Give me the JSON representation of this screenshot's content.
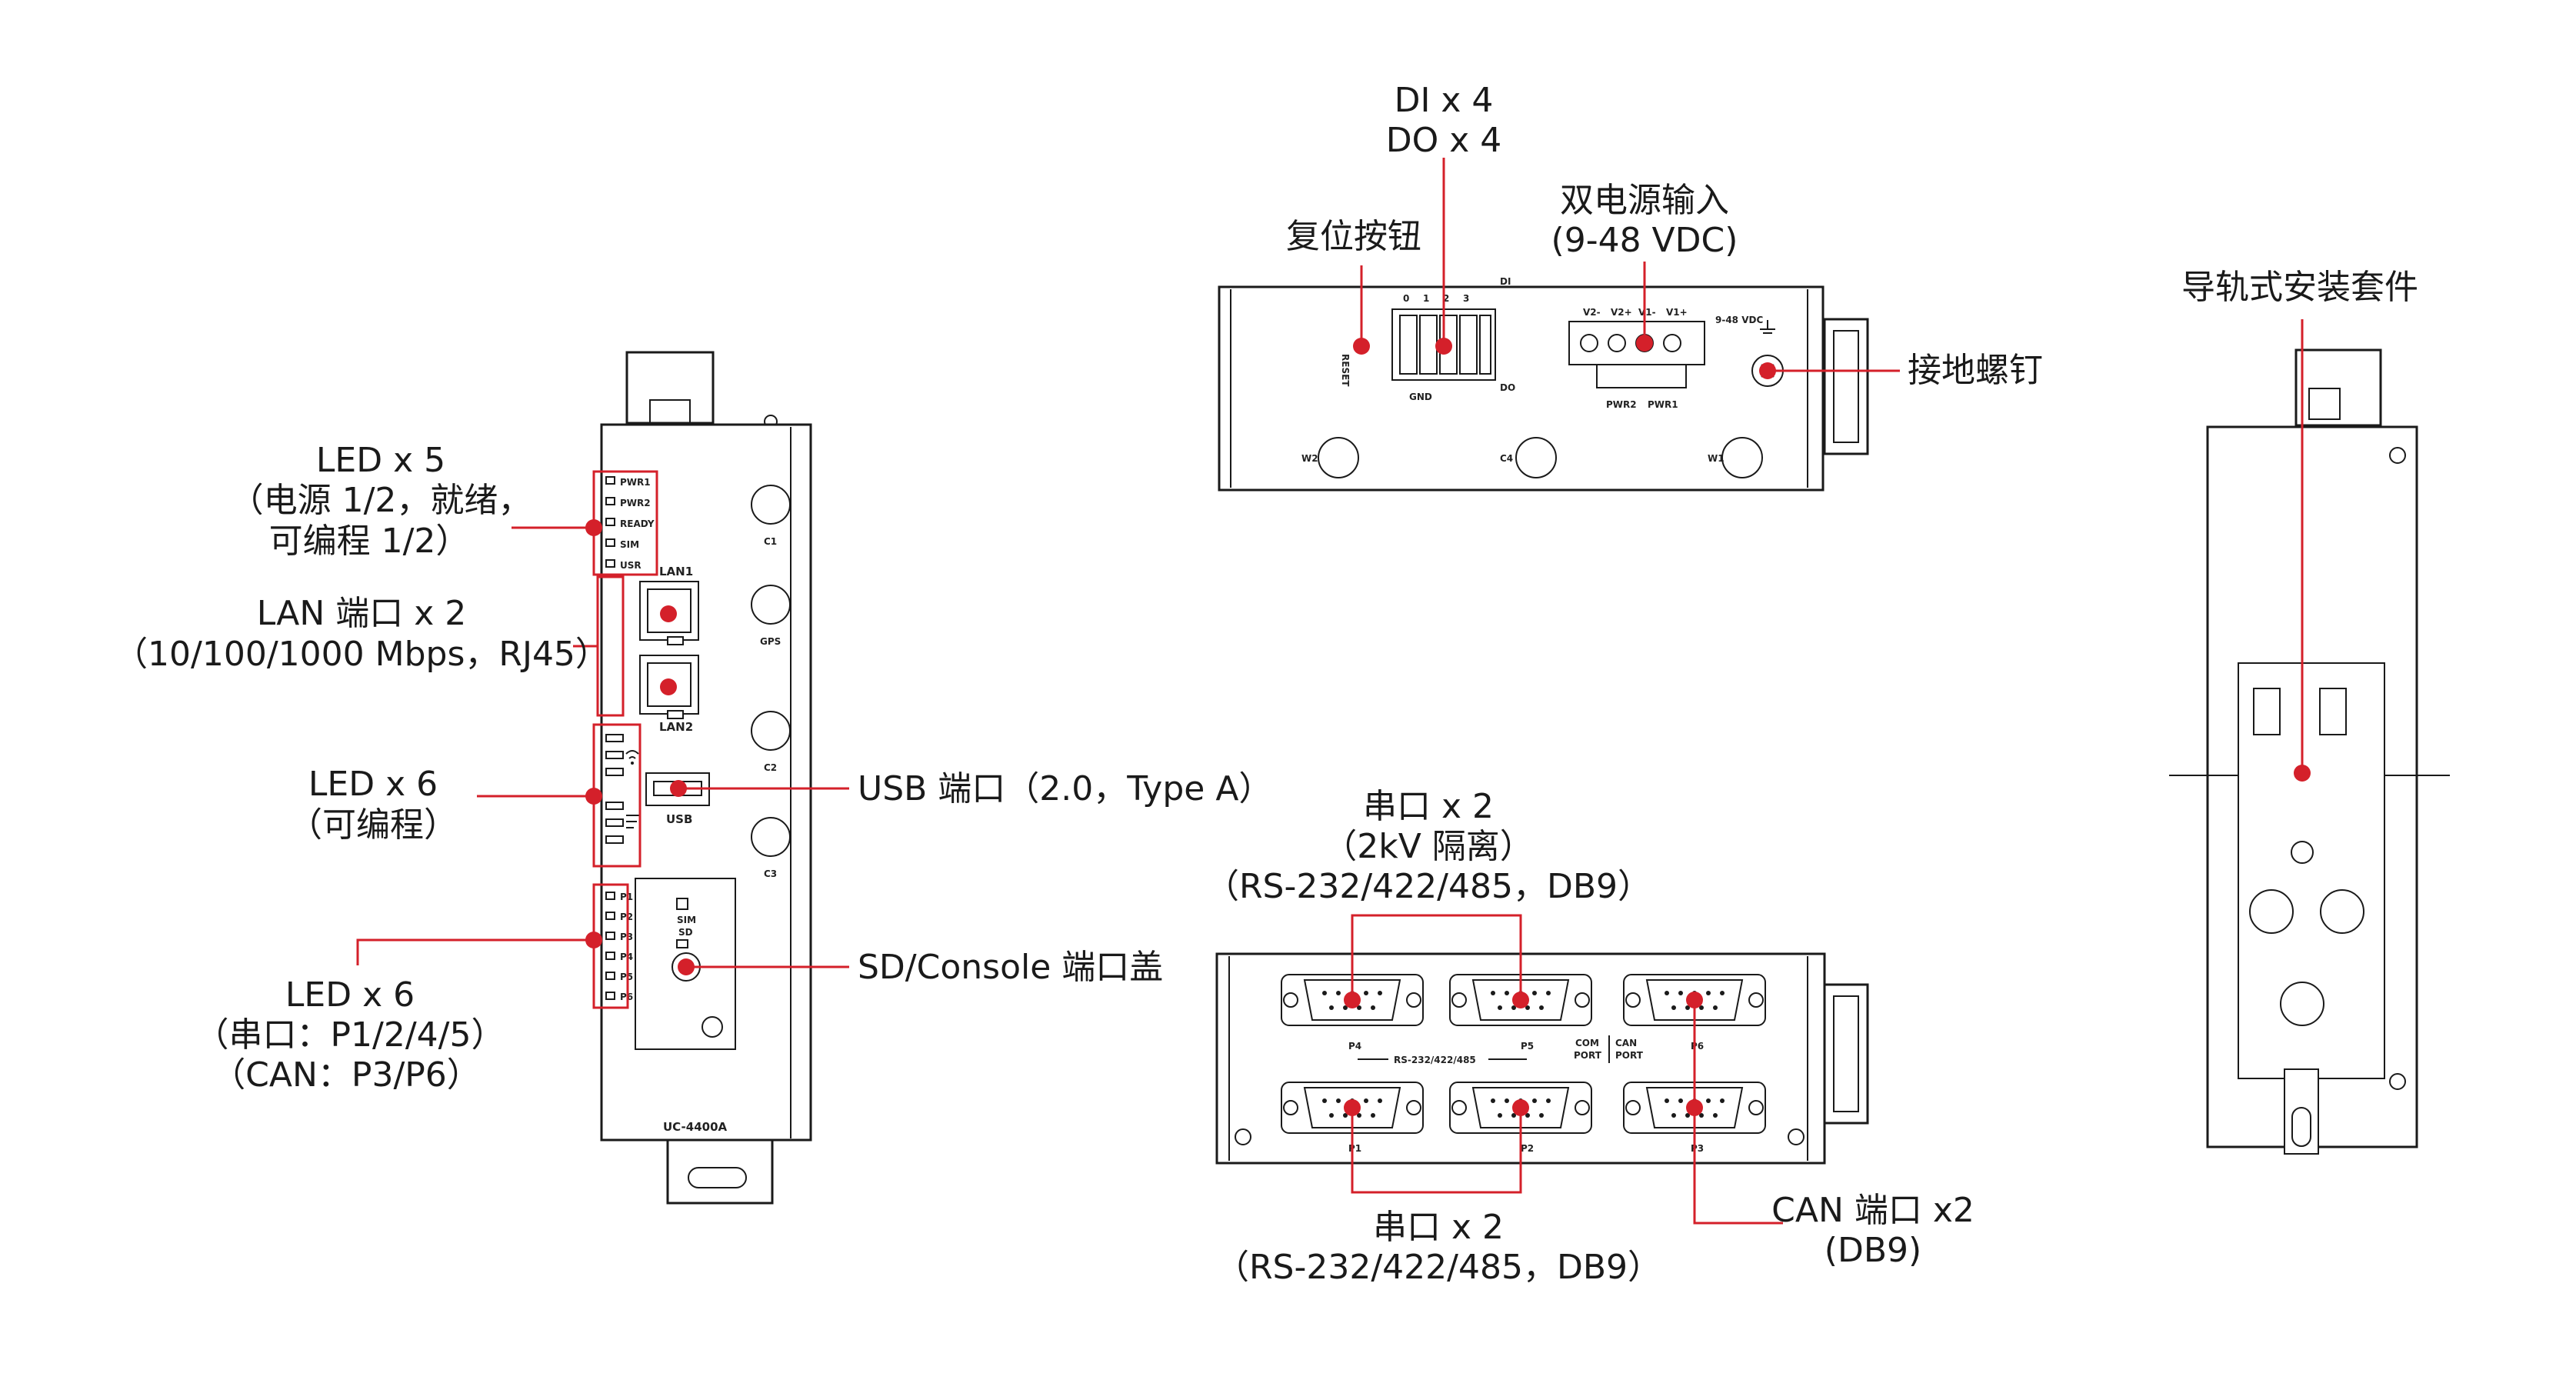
{
  "colors": {
    "accent": "#d4202a",
    "line": "#1a1a1a",
    "background": "#ffffff"
  },
  "front": {
    "model": "UC-4400A",
    "leds_top": [
      "PWR1",
      "PWR2",
      "READY",
      "SIM",
      "USR"
    ],
    "leds_serial": [
      "P1",
      "P2",
      "P3",
      "P4",
      "P5",
      "P6"
    ],
    "lan1": "LAN1",
    "lan2": "LAN2",
    "usb": "USB",
    "antennas": [
      "C1",
      "GPS",
      "C2",
      "C3"
    ],
    "sim": "SIM",
    "sd": "SD"
  },
  "top": {
    "reset": "RESET",
    "di_header": "DI",
    "do_header": "DO",
    "di_pins": [
      "0",
      "1",
      "2",
      "3"
    ],
    "gnd": "GND",
    "pwr_pins": [
      "V2-",
      "V2+",
      "V1-",
      "V1+"
    ],
    "pwr_labels": [
      "PWR2",
      "PWR1"
    ],
    "vdc": "9-48 VDC",
    "antennas": [
      "W2",
      "C4",
      "W1"
    ]
  },
  "rear": {
    "ports_top": [
      "P4",
      "P5",
      "P6"
    ],
    "ports_bottom": [
      "P1",
      "P2",
      "P3"
    ],
    "rs_label": "RS-232/422/485",
    "com_port": [
      "COM",
      "PORT"
    ],
    "can_port": [
      "CAN",
      "PORT"
    ]
  },
  "callouts": {
    "led5": [
      "LED x 5",
      "（电源 1/2，就绪，",
      "可编程 1/2）"
    ],
    "lan": [
      "LAN 端口 x 2",
      "（10/100/1000 Mbps，RJ45）"
    ],
    "led6_prog": [
      "LED x 6",
      "（可编程）"
    ],
    "usb": "USB 端口（2.0，Type A）",
    "sd": "SD/Console 端口盖",
    "led6_serial": [
      "LED x 6",
      "（串口：P1/2/4/5）",
      "（CAN：P3/P6）"
    ],
    "dido": [
      "DI x 4",
      "DO x 4"
    ],
    "reset": "复位按钮",
    "power": [
      "双电源输入",
      "(9-48 VDC)"
    ],
    "ground": "接地螺钉",
    "din_rail": "导轨式安装套件",
    "serial_top": [
      "串口 x 2",
      "（2kV 隔离）",
      "（RS-232/422/485，DB9）"
    ],
    "serial_bottom": [
      "串口 x 2",
      "（RS-232/422/485，DB9）"
    ],
    "can": [
      "CAN 端口 x2",
      "(DB9)"
    ]
  }
}
